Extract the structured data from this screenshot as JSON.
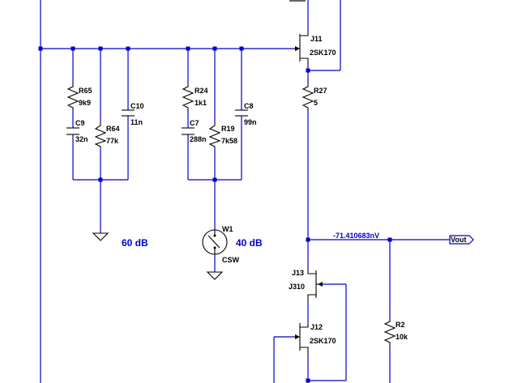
{
  "colors": {
    "wire": "#0000cc",
    "symbol": "#000000",
    "background": "#ffffff",
    "annotation": "#0000cc"
  },
  "components": {
    "J11": {
      "ref": "J11",
      "part": "2SK170"
    },
    "J12": {
      "ref": "J12",
      "part": "2SK170"
    },
    "J13": {
      "ref": "J13",
      "part": "J310"
    },
    "R65": {
      "ref": "R65",
      "value": "9k9"
    },
    "R64": {
      "ref": "R64",
      "value": "77k"
    },
    "R24": {
      "ref": "R24",
      "value": "1k1"
    },
    "R19": {
      "ref": "R19",
      "value": "7k58"
    },
    "R27": {
      "ref": "R27",
      "value": "5"
    },
    "R2": {
      "ref": "R2",
      "value": "10k"
    },
    "C9": {
      "ref": "C9",
      "value": "32n"
    },
    "C10": {
      "ref": "C10",
      "value": "11n"
    },
    "C7": {
      "ref": "C7",
      "value": "288n"
    },
    "C8": {
      "ref": "C8",
      "value": "99n"
    },
    "W1": {
      "ref": "W1",
      "value": "CSW"
    }
  },
  "annotations": {
    "gain_left": "60 dB",
    "gain_right": "40 dB",
    "node_voltage": "-71.410683nV"
  },
  "netlabels": {
    "output": "Vout"
  }
}
